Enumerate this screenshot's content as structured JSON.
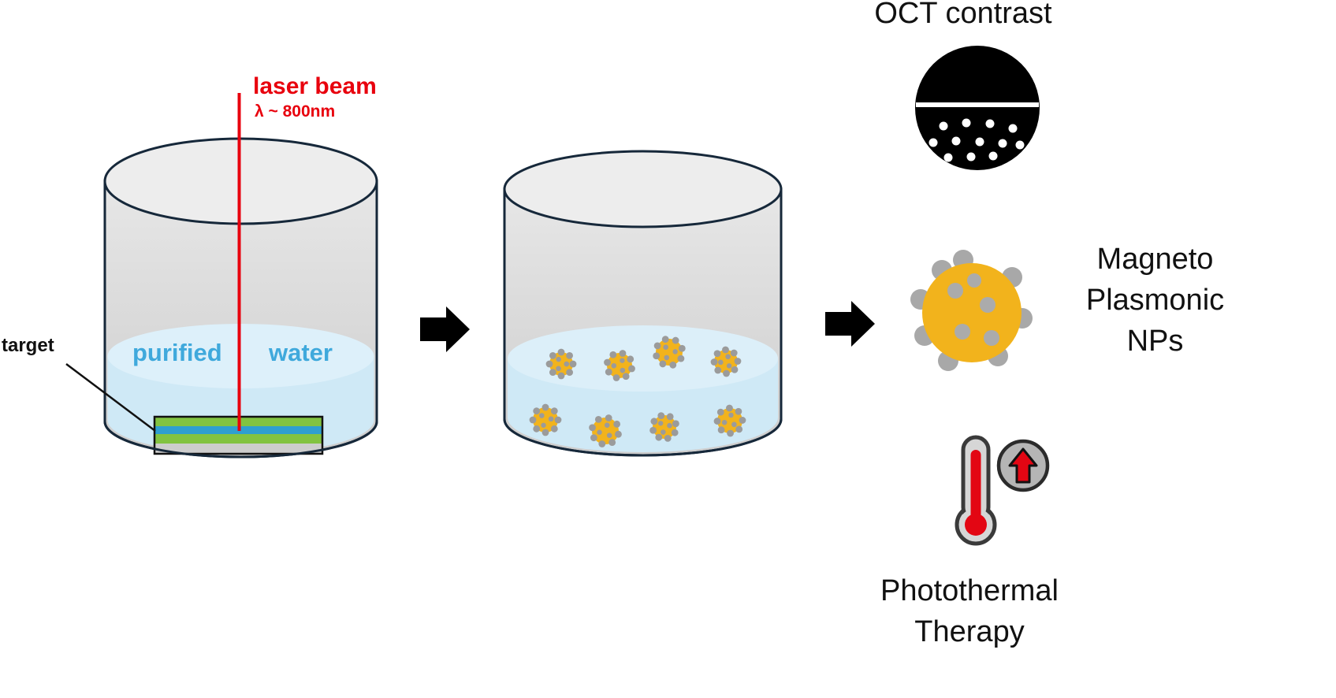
{
  "colors": {
    "laser_red": "#e8000d",
    "water_blue": "#cfe9f6",
    "water_surface_blue": "#ddf0fa",
    "beaker_gray": "#d6d6d6",
    "beaker_outline": "#16283a",
    "np_yellow": "#f2b31c",
    "np_gray": "#9b9b9b",
    "text_blue": "#3fa9dc",
    "black": "#000000"
  },
  "labels": {
    "laser_beam": "laser beam",
    "wavelength": "λ ~ 800nm",
    "purified": "purified",
    "water": "water",
    "target": "target",
    "oct_contrast": "OCT contrast",
    "np_line1": "Magneto",
    "np_line2": "Plasmonic",
    "np_line3": "NPs",
    "therapy_line1": "Photothermal",
    "therapy_line2": "Therapy"
  }
}
